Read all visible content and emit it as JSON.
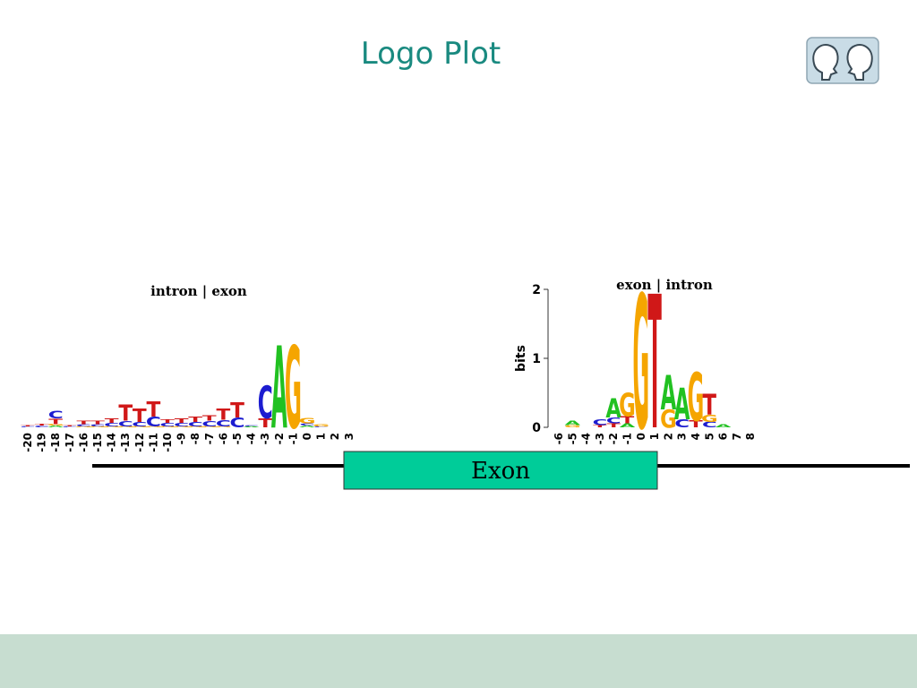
{
  "slide": {
    "title": "Logo Plot"
  },
  "colors": {
    "A": "#21c121",
    "C": "#1c1cd0",
    "G": "#f5a500",
    "T": "#d01818",
    "title": "#1a8a80",
    "exon_box": "#00cc99",
    "footer": "#c7ddd0"
  },
  "exon_label": "Exon",
  "chart_data": [
    {
      "type": "logo",
      "title": "intron | exon",
      "ylabel": "",
      "ylim": [
        0,
        2
      ],
      "positions": [
        "-20",
        "-19",
        "-18",
        "-17",
        "-16",
        "-15",
        "-14",
        "-13",
        "-12",
        "-11",
        "-10",
        "-9",
        "-8",
        "-7",
        "-6",
        "-5",
        "-4",
        "-3",
        "-2",
        "-1",
        "0",
        "1",
        "2",
        "3"
      ],
      "stacks": [
        [
          {
            "l": "C",
            "h": 0.02
          },
          {
            "l": "T",
            "h": 0.02
          }
        ],
        [
          {
            "l": "C",
            "h": 0.03
          },
          {
            "l": "T",
            "h": 0.03
          }
        ],
        [
          {
            "l": "A",
            "h": 0.03
          },
          {
            "l": "G",
            "h": 0.03
          },
          {
            "l": "T",
            "h": 0.1
          },
          {
            "l": "C",
            "h": 0.14
          }
        ],
        [
          {
            "l": "C",
            "h": 0.02
          },
          {
            "l": "T",
            "h": 0.02
          }
        ],
        [
          {
            "l": "G",
            "h": 0.02
          },
          {
            "l": "C",
            "h": 0.04
          },
          {
            "l": "T",
            "h": 0.06
          }
        ],
        [
          {
            "l": "G",
            "h": 0.02
          },
          {
            "l": "C",
            "h": 0.04
          },
          {
            "l": "T",
            "h": 0.06
          }
        ],
        [
          {
            "l": "G",
            "h": 0.02
          },
          {
            "l": "C",
            "h": 0.06
          },
          {
            "l": "T",
            "h": 0.08
          }
        ],
        [
          {
            "l": "G",
            "h": 0.02
          },
          {
            "l": "C",
            "h": 0.1
          },
          {
            "l": "T",
            "h": 0.3
          }
        ],
        [
          {
            "l": "G",
            "h": 0.02
          },
          {
            "l": "C",
            "h": 0.08
          },
          {
            "l": "T",
            "h": 0.24
          }
        ],
        [
          {
            "l": "G",
            "h": 0.02
          },
          {
            "l": "C",
            "h": 0.18
          },
          {
            "l": "T",
            "h": 0.28
          }
        ],
        [
          {
            "l": "G",
            "h": 0.02
          },
          {
            "l": "C",
            "h": 0.06
          },
          {
            "l": "T",
            "h": 0.06
          }
        ],
        [
          {
            "l": "G",
            "h": 0.02
          },
          {
            "l": "C",
            "h": 0.06
          },
          {
            "l": "T",
            "h": 0.08
          }
        ],
        [
          {
            "l": "G",
            "h": 0.02
          },
          {
            "l": "C",
            "h": 0.08
          },
          {
            "l": "T",
            "h": 0.1
          }
        ],
        [
          {
            "l": "G",
            "h": 0.02
          },
          {
            "l": "C",
            "h": 0.1
          },
          {
            "l": "T",
            "h": 0.1
          }
        ],
        [
          {
            "l": "G",
            "h": 0.02
          },
          {
            "l": "C",
            "h": 0.12
          },
          {
            "l": "T",
            "h": 0.2
          }
        ],
        [
          {
            "l": "C",
            "h": 0.18
          },
          {
            "l": "T",
            "h": 0.28
          }
        ],
        [
          {
            "l": "A",
            "h": 0.02
          },
          {
            "l": "C",
            "h": 0.02
          }
        ],
        [
          {
            "l": "T",
            "h": 0.16
          },
          {
            "l": "C",
            "h": 0.6
          }
        ],
        [
          {
            "l": "A",
            "h": 1.5
          }
        ],
        [
          {
            "l": "G",
            "h": 1.5
          }
        ],
        [
          {
            "l": "A",
            "h": 0.03
          },
          {
            "l": "C",
            "h": 0.04
          },
          {
            "l": "G",
            "h": 0.1
          }
        ],
        [
          {
            "l": "C",
            "h": 0.02
          },
          {
            "l": "G",
            "h": 0.04
          }
        ],
        [],
        []
      ]
    },
    {
      "type": "logo",
      "title": "exon | intron",
      "ylabel": "bits",
      "ylim": [
        0,
        2
      ],
      "yticks": [
        "0",
        "1",
        "2"
      ],
      "positions": [
        "-6",
        "-5",
        "-4",
        "-3",
        "-2",
        "-1",
        "0",
        "1",
        "2",
        "3",
        "4",
        "5",
        "6",
        "7",
        "8"
      ],
      "stacks": [
        [],
        [
          {
            "l": "G",
            "h": 0.03
          },
          {
            "l": "A",
            "h": 0.07
          }
        ],
        [],
        [
          {
            "l": "T",
            "h": 0.03
          },
          {
            "l": "C",
            "h": 0.08
          }
        ],
        [
          {
            "l": "T",
            "h": 0.06
          },
          {
            "l": "C",
            "h": 0.08
          },
          {
            "l": "A",
            "h": 0.28
          }
        ],
        [
          {
            "l": "A",
            "h": 0.06
          },
          {
            "l": "T",
            "h": 0.1
          },
          {
            "l": "G",
            "h": 0.34
          }
        ],
        [
          {
            "l": "G",
            "h": 1.94
          }
        ],
        [
          {
            "l": "T",
            "h": 1.94
          }
        ],
        [
          {
            "l": "G",
            "h": 0.26
          },
          {
            "l": "A",
            "h": 0.5
          }
        ],
        [
          {
            "l": "C",
            "h": 0.12
          },
          {
            "l": "A",
            "h": 0.46
          }
        ],
        [
          {
            "l": "T",
            "h": 0.1
          },
          {
            "l": "G",
            "h": 0.7
          }
        ],
        [
          {
            "l": "C",
            "h": 0.08
          },
          {
            "l": "G",
            "h": 0.1
          },
          {
            "l": "T",
            "h": 0.3
          }
        ],
        [
          {
            "l": "A",
            "h": 0.04
          }
        ],
        [],
        []
      ]
    }
  ]
}
